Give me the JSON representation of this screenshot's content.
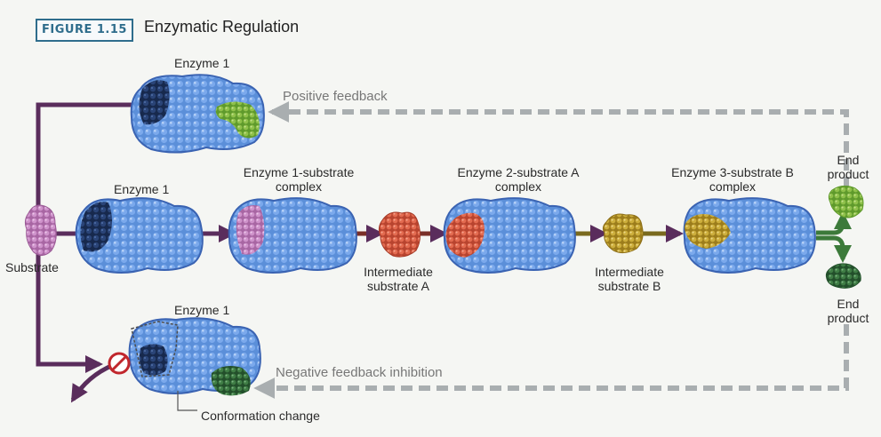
{
  "figure": {
    "badge": "FIGURE 1.15",
    "title": "Enzymatic Regulation"
  },
  "labels": {
    "enzyme_top": "Enzyme 1",
    "enzyme_mid": "Enzyme 1",
    "enzyme_bottom": "Enzyme 1",
    "substrate": "Substrate",
    "complex1": [
      "Enzyme 1-substrate",
      "complex"
    ],
    "complex2": [
      "Enzyme 2-substrate A",
      "complex"
    ],
    "complex3": [
      "Enzyme 3-substrate B",
      "complex"
    ],
    "intermediate_a": [
      "Intermediate",
      "substrate A"
    ],
    "intermediate_b": [
      "Intermediate",
      "substrate B"
    ],
    "end_product_top": [
      "End",
      "product"
    ],
    "end_product_bottom": [
      "End",
      "product"
    ],
    "positive_feedback": "Positive feedback",
    "negative_feedback": "Negative feedback inhibition",
    "conformation_change": "Conformation change"
  },
  "colors": {
    "enzyme": "#5b8fd9",
    "enzyme_dark": "#3a63b2",
    "active_site": "#1d3563",
    "substrate": "#c98bc4",
    "intermediate_a": "#e0644a",
    "intermediate_b": "#c9a834",
    "end_product_light": "#8fc14a",
    "end_product_dark": "#3f7d45",
    "pathway_arrow": "#5a2d5c",
    "feedback_arrow": "#a9aeb0",
    "inhibit": "#c1272d"
  }
}
